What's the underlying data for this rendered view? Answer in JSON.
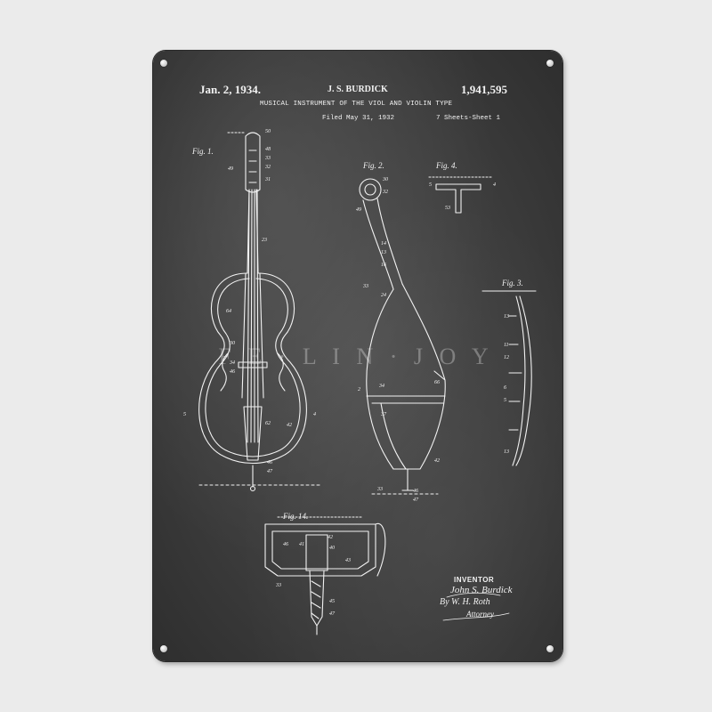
{
  "patent": {
    "date": "Jan. 2, 1934.",
    "inventor_name": "J. S. BURDICK",
    "number": "1,941,595",
    "title": "MUSICAL INSTRUMENT OF THE VIOL AND VIOLIN TYPE",
    "filed": "Filed May 31, 1932",
    "sheets": "7 Sheets-Sheet 1"
  },
  "figures": {
    "fig1": "Fig. 1.",
    "fig2": "Fig. 2.",
    "fig3": "Fig. 3.",
    "fig4": "Fig. 4.",
    "fig14": "Fig. 14."
  },
  "signature": {
    "label": "INVENTOR",
    "name": "John S. Burdick",
    "by": "By W. H. Roth",
    "role": "Attorney"
  },
  "watermark": "F E · L I N · J O Y",
  "colors": {
    "board": "#3b3b3b",
    "ink": "#f2f2f2",
    "background": "#ebebeb"
  },
  "icons": [
    "screw-icon",
    "bass-viol-drawing",
    "side-view-drawing",
    "detail-drawing"
  ]
}
